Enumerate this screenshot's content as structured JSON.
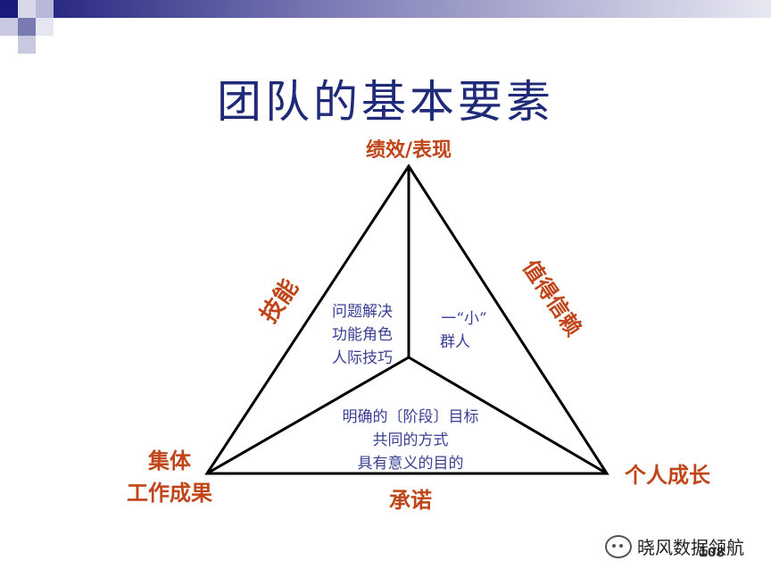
{
  "title": "团队的基本要素",
  "vertices": {
    "top": "绩效/表现",
    "bottom_left_line1": "集体",
    "bottom_left_line2": "工作成果",
    "bottom_right": "个人成长"
  },
  "edges": {
    "left": "技能",
    "right": "值得信赖",
    "bottom": "承诺"
  },
  "regions": {
    "left": [
      "问题解决",
      "功能角色",
      "人际技巧"
    ],
    "right": [
      "一“小”",
      "群人"
    ],
    "bottom": [
      "明确的〔阶段〕目标",
      "共同的方式",
      "具有意义的目的"
    ]
  },
  "page_number": "108",
  "watermark": "晓风数据领航",
  "colors": {
    "title": "#1f2a78",
    "label": "#c0461a",
    "inner_text": "#3a3f93",
    "line": "#000000"
  },
  "icons": [
    "wechat-icon"
  ]
}
